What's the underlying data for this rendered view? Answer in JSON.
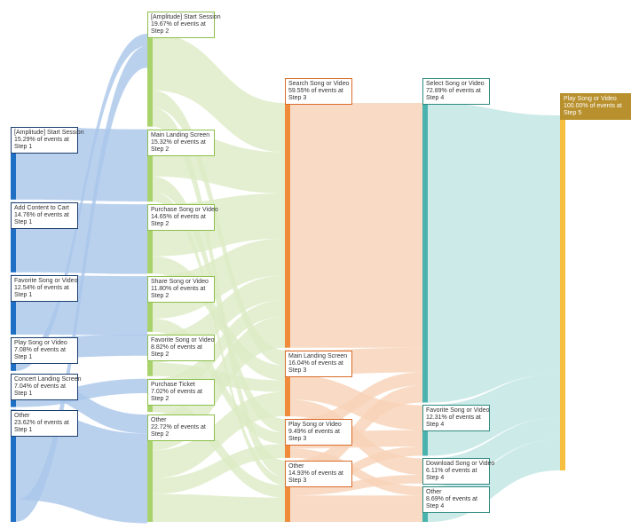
{
  "colors": {
    "step1": "#1f6fc5",
    "step2": "#a8d26b",
    "step3": "#f08b3b",
    "step4": "#4bb3ae",
    "step5": "#f6bf3f",
    "step1_box": "#1b3f6e",
    "step2_box": "#8cc04a",
    "step3_box": "#d86b2a",
    "step4_box": "#2f8a82",
    "step5_box": "#b8902d",
    "flow1": "#a9c6ea",
    "flow2": "#dcebc4",
    "flow3": "#f7d2b7",
    "flow4": "#bfe5e2"
  },
  "chart_data": {
    "type": "sankey",
    "steps": [
      {
        "step": 1,
        "nodes": [
          {
            "name": "[Amplitude] Start Session",
            "pct": 15.29,
            "sub": "15.29% of events at Step 1"
          },
          {
            "name": "Add Content to Cart",
            "pct": 14.76,
            "sub": "14.76% of events at Step 1"
          },
          {
            "name": "Favorite Song or Video",
            "pct": 12.54,
            "sub": "12.54% of events at Step 1"
          },
          {
            "name": "Play Song or Video",
            "pct": 7.08,
            "sub": "7.08% of events at Step 1"
          },
          {
            "name": "Concert Landing Screen",
            "pct": 7.04,
            "sub": "7.04% of events at Step 1"
          },
          {
            "name": "Other",
            "pct": 23.62,
            "sub": "23.62% of events at Step 1"
          }
        ]
      },
      {
        "step": 2,
        "nodes": [
          {
            "name": "[Amplitude] Start Session",
            "pct": 19.67,
            "sub": "19.67% of events at Step 2"
          },
          {
            "name": "Main Landing Screen",
            "pct": 15.32,
            "sub": "15.32% of events at Step 2"
          },
          {
            "name": "Purchase Song or Video",
            "pct": 14.65,
            "sub": "14.65% of events at Step 2"
          },
          {
            "name": "Share Song or Video",
            "pct": 11.8,
            "sub": "11.80% of events at Step 2"
          },
          {
            "name": "Favorite Song or Video",
            "pct": 8.82,
            "sub": "8.82% of events at Step 2"
          },
          {
            "name": "Purchase Ticket",
            "pct": 7.02,
            "sub": "7.02% of events at Step 2"
          },
          {
            "name": "Other",
            "pct": 22.72,
            "sub": "22.72% of events at Step 2"
          }
        ]
      },
      {
        "step": 3,
        "nodes": [
          {
            "name": "Search Song or Video",
            "pct": 59.55,
            "sub": "59.55% of events at Step 3"
          },
          {
            "name": "Main Landing Screen",
            "pct": 16.04,
            "sub": "16.04% of events at Step 3"
          },
          {
            "name": "Play Song or Video",
            "pct": 9.49,
            "sub": "9.49% of events at Step 3"
          },
          {
            "name": "Other",
            "pct": 14.93,
            "sub": "14.93% of events at Step 3"
          }
        ]
      },
      {
        "step": 4,
        "nodes": [
          {
            "name": "Select Song or Video",
            "pct": 72.89,
            "sub": "72.89% of events at Step 4"
          },
          {
            "name": "Favorite Song or Video",
            "pct": 12.31,
            "sub": "12.31% of events at Step 4"
          },
          {
            "name": "Download Song or Video",
            "pct": 6.11,
            "sub": "6.11% of events at Step 4"
          },
          {
            "name": "Other",
            "pct": 8.69,
            "sub": "8.69% of events at Step 4"
          }
        ]
      },
      {
        "step": 5,
        "nodes": [
          {
            "name": "Play Song or Video",
            "pct": 100.0,
            "sub": "100.00% of events at Step 5"
          }
        ]
      }
    ],
    "links": [
      {
        "from": [
          1,
          0
        ],
        "to": [
          2,
          1
        ],
        "pct": 15.29
      },
      {
        "from": [
          1,
          1
        ],
        "to": [
          2,
          2
        ],
        "pct": 14.76
      },
      {
        "from": [
          1,
          2
        ],
        "to": [
          2,
          3
        ],
        "pct": 12.54
      },
      {
        "from": [
          1,
          3
        ],
        "to": [
          2,
          4
        ],
        "pct": 4.5
      },
      {
        "from": [
          1,
          3
        ],
        "to": [
          2,
          0
        ],
        "pct": 2.58
      },
      {
        "from": [
          1,
          4
        ],
        "to": [
          2,
          6
        ],
        "pct": 4.0
      },
      {
        "from": [
          1,
          4
        ],
        "to": [
          2,
          5
        ],
        "pct": 3.04
      },
      {
        "from": [
          1,
          5
        ],
        "to": [
          2,
          6
        ],
        "pct": 19.0
      },
      {
        "from": [
          1,
          5
        ],
        "to": [
          2,
          0
        ],
        "pct": 4.62
      },
      {
        "from": [
          2,
          0
        ],
        "to": [
          3,
          0
        ],
        "pct": 12.0
      },
      {
        "from": [
          2,
          0
        ],
        "to": [
          3,
          1
        ],
        "pct": 3.67
      },
      {
        "from": [
          2,
          0
        ],
        "to": [
          3,
          3
        ],
        "pct": 4.0
      },
      {
        "from": [
          2,
          1
        ],
        "to": [
          3,
          0
        ],
        "pct": 10.0
      },
      {
        "from": [
          2,
          1
        ],
        "to": [
          3,
          2
        ],
        "pct": 3.32
      },
      {
        "from": [
          2,
          1
        ],
        "to": [
          3,
          3
        ],
        "pct": 2.0
      },
      {
        "from": [
          2,
          2
        ],
        "to": [
          3,
          0
        ],
        "pct": 11.0
      },
      {
        "from": [
          2,
          2
        ],
        "to": [
          3,
          1
        ],
        "pct": 3.65
      },
      {
        "from": [
          2,
          3
        ],
        "to": [
          3,
          0
        ],
        "pct": 9.0
      },
      {
        "from": [
          2,
          3
        ],
        "to": [
          3,
          2
        ],
        "pct": 2.8
      },
      {
        "from": [
          2,
          4
        ],
        "to": [
          3,
          0
        ],
        "pct": 6.0
      },
      {
        "from": [
          2,
          4
        ],
        "to": [
          3,
          1
        ],
        "pct": 2.82
      },
      {
        "from": [
          2,
          5
        ],
        "to": [
          3,
          0
        ],
        "pct": 4.0
      },
      {
        "from": [
          2,
          5
        ],
        "to": [
          3,
          3
        ],
        "pct": 3.02
      },
      {
        "from": [
          2,
          6
        ],
        "to": [
          3,
          0
        ],
        "pct": 7.55
      },
      {
        "from": [
          2,
          6
        ],
        "to": [
          3,
          1
        ],
        "pct": 5.9
      },
      {
        "from": [
          2,
          6
        ],
        "to": [
          3,
          2
        ],
        "pct": 3.37
      },
      {
        "from": [
          2,
          6
        ],
        "to": [
          3,
          3
        ],
        "pct": 5.91
      },
      {
        "from": [
          3,
          0
        ],
        "to": [
          4,
          0
        ],
        "pct": 59.55
      },
      {
        "from": [
          3,
          1
        ],
        "to": [
          4,
          0
        ],
        "pct": 6.0
      },
      {
        "from": [
          3,
          1
        ],
        "to": [
          4,
          1
        ],
        "pct": 6.04
      },
      {
        "from": [
          3,
          1
        ],
        "to": [
          4,
          2
        ],
        "pct": 4.0
      },
      {
        "from": [
          3,
          2
        ],
        "to": [
          4,
          0
        ],
        "pct": 3.22
      },
      {
        "from": [
          3,
          2
        ],
        "to": [
          4,
          1
        ],
        "pct": 4.0
      },
      {
        "from": [
          3,
          2
        ],
        "to": [
          4,
          3
        ],
        "pct": 2.27
      },
      {
        "from": [
          3,
          3
        ],
        "to": [
          4,
          0
        ],
        "pct": 4.12
      },
      {
        "from": [
          3,
          3
        ],
        "to": [
          4,
          1
        ],
        "pct": 2.27
      },
      {
        "from": [
          3,
          3
        ],
        "to": [
          4,
          2
        ],
        "pct": 2.11
      },
      {
        "from": [
          3,
          3
        ],
        "to": [
          4,
          3
        ],
        "pct": 6.42
      },
      {
        "from": [
          4,
          0
        ],
        "to": [
          5,
          0
        ],
        "pct": 72.89
      },
      {
        "from": [
          4,
          1
        ],
        "to": [
          5,
          0
        ],
        "pct": 12.31
      },
      {
        "from": [
          4,
          2
        ],
        "to": [
          5,
          0
        ],
        "pct": 6.11
      },
      {
        "from": [
          4,
          3
        ],
        "to": [
          5,
          0
        ],
        "pct": 8.69
      }
    ]
  }
}
